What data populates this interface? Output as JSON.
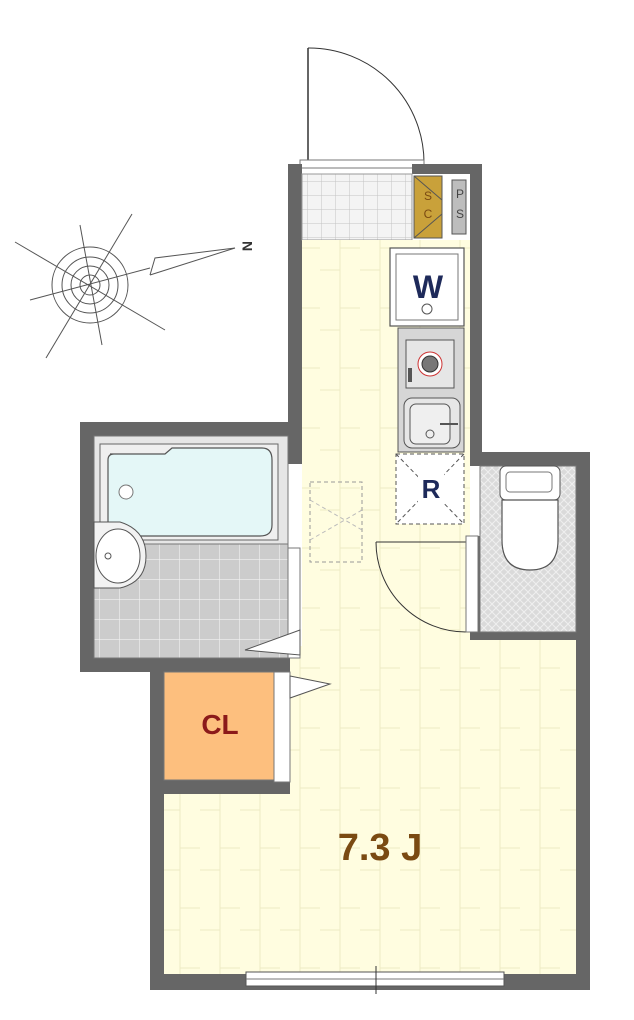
{
  "compass": {
    "north_label": "N"
  },
  "rooms": {
    "main_room": {
      "size_label": "7.3 J",
      "color": "#7A4A12"
    },
    "closet": {
      "label": "CL",
      "color": "#8B1A1A",
      "fill": "#FDBF7E"
    }
  },
  "fixtures": {
    "washer": {
      "label": "W",
      "color": "#1E2A5A"
    },
    "fridge": {
      "label": "R",
      "color": "#1E2A5A"
    },
    "shoe_cabinet": {
      "line1": "S",
      "line2": "C",
      "color": "#7A4A12",
      "fill": "#C9A13A"
    },
    "pipe_space": {
      "line1": "P",
      "line2": "S",
      "color": "#444444"
    }
  },
  "colors": {
    "wall": "#666666",
    "floor": "#FFFDE0",
    "tile": "#CFCFCF",
    "tub_water": "#E4F7F7",
    "toilet_floor": "#D8D8D8"
  }
}
